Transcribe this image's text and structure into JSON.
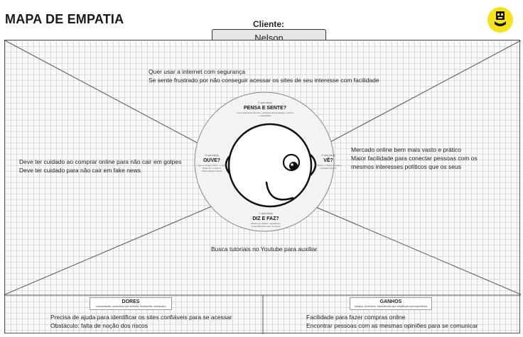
{
  "header": {
    "title": "MAPA DE EMPATIA",
    "client_label": "Cliente:",
    "client_name": "Nelson"
  },
  "quadrants": {
    "pensa_sente": {
      "prompt": "O que ele(a)",
      "title": "PENSA E SENTE?",
      "hint": "o que realmente importa • principais preocupações • sonhos e aspirações",
      "notes": [
        "Quer usar a internet com segurança",
        "Se sente frustrado por não conseguir acessar os sites de seu interesse com facilidade"
      ]
    },
    "ouve": {
      "prompt": "O que ele(a)",
      "title": "OUVE?",
      "hint": "o que os amigos dizem • o que o chefe diz • o que os influenciadores dizem",
      "notes": [
        "Deve ter cuidado ao comprar online para não cair em golpes",
        "Deve ter cuidado para não cair em fake news"
      ]
    },
    "ve": {
      "prompt": "O que ele(a)",
      "title": "VÊ?",
      "hint": "ambiente • amigos • o que o mercado oferece",
      "notes": [
        "Mercado online bem mais vasto e prático",
        "Maior facilidade para conectar pessoas com os",
        "mesmos interesses políticos que os seus"
      ]
    },
    "diz_faz": {
      "prompt": "O que ele(a)",
      "title": "DIZ E FAZ?",
      "hint": "atitude em público • aparência • comportamento com os outros",
      "notes": [
        "Busca tutoriais no Youtube para auxiliar"
      ]
    }
  },
  "bottom": {
    "dores": {
      "title": "DORES",
      "subtitle": "necessidades, problemas que enfrenta, frustrações, obstáculos",
      "notes": [
        "Precisa de ajuda para identificar os sites confiáveis para se acessar",
        "Obstáculo: falta de noção dos riscos"
      ]
    },
    "ganhos": {
      "title": "GANHOS",
      "subtitle": "desejos, benefícios, experiências que simplificam sua experiência",
      "notes": [
        "Facilidade para fazer compras online",
        "Encontrar pessoas com as mesmas opiniões para se comunicar"
      ]
    }
  },
  "colors": {
    "logo": "#f6e21a",
    "board_grid": "#d9d9d9",
    "client_box": "#e6e6e6"
  }
}
